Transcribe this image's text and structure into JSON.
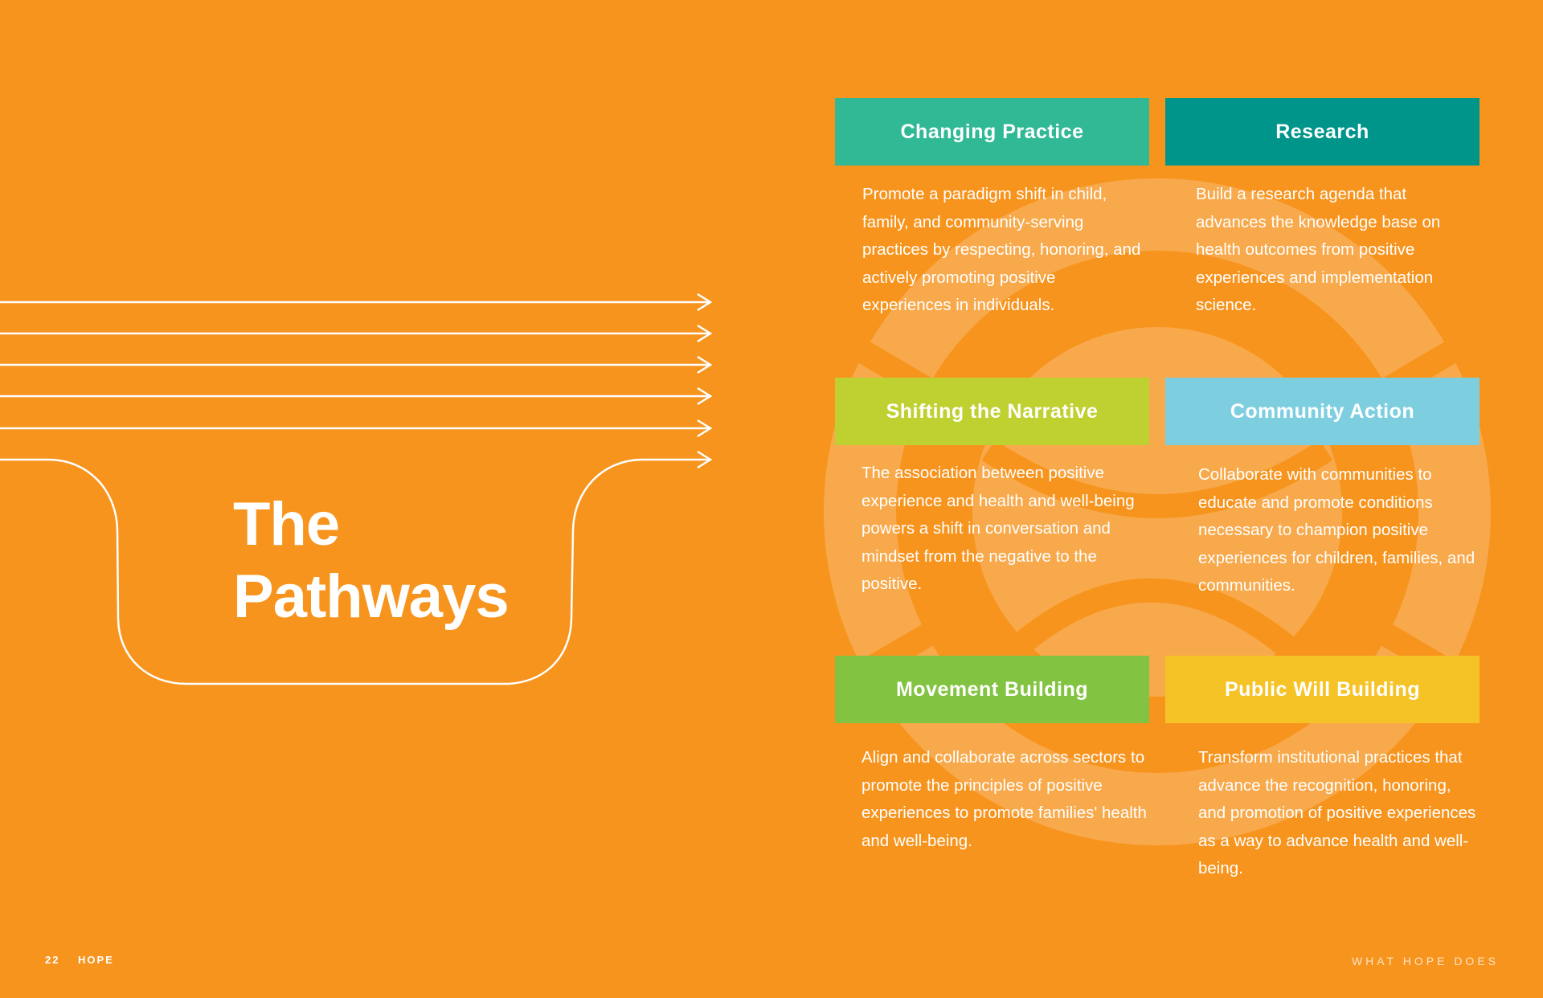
{
  "page": {
    "title_line1": "The",
    "title_line2": "Pathways"
  },
  "pathways": [
    {
      "label": "Changing Practice",
      "color": "#31B996",
      "text": "Promote a paradigm shift in child, family, and community-serving practices by respecting, honoring, and actively promoting positive experiences in individuals."
    },
    {
      "label": "Research",
      "color": "#00958A",
      "text": "Build a research agenda that advances the knowledge base on health outcomes from positive experiences and implementation science."
    },
    {
      "label": "Shifting the Narrative",
      "color": "#BFD031",
      "text": "The association between positive experience and health and well-being powers a shift in conversation and mindset from the negative to the positive."
    },
    {
      "label": "Community Action",
      "color": "#7DCFE0",
      "text": "Collaborate with communities to educate and promote conditions necessary to champion positive experiences for children, families, and communities."
    },
    {
      "label": "Movement Building",
      "color": "#82C341",
      "text": "Align and collaborate across sectors to promote the principles of positive experiences to promote families' health and well-being."
    },
    {
      "label": "Public Will Building",
      "color": "#F6C327",
      "text": "Transform institutional practices that advance the recognition, honoring, and promotion of positive experiences as a way to advance health and well-being."
    }
  ],
  "footer": {
    "page_number": "22",
    "brand": "HOPE",
    "section": "WHAT HOPE DOES"
  },
  "colors": {
    "background": "#F7941E"
  }
}
